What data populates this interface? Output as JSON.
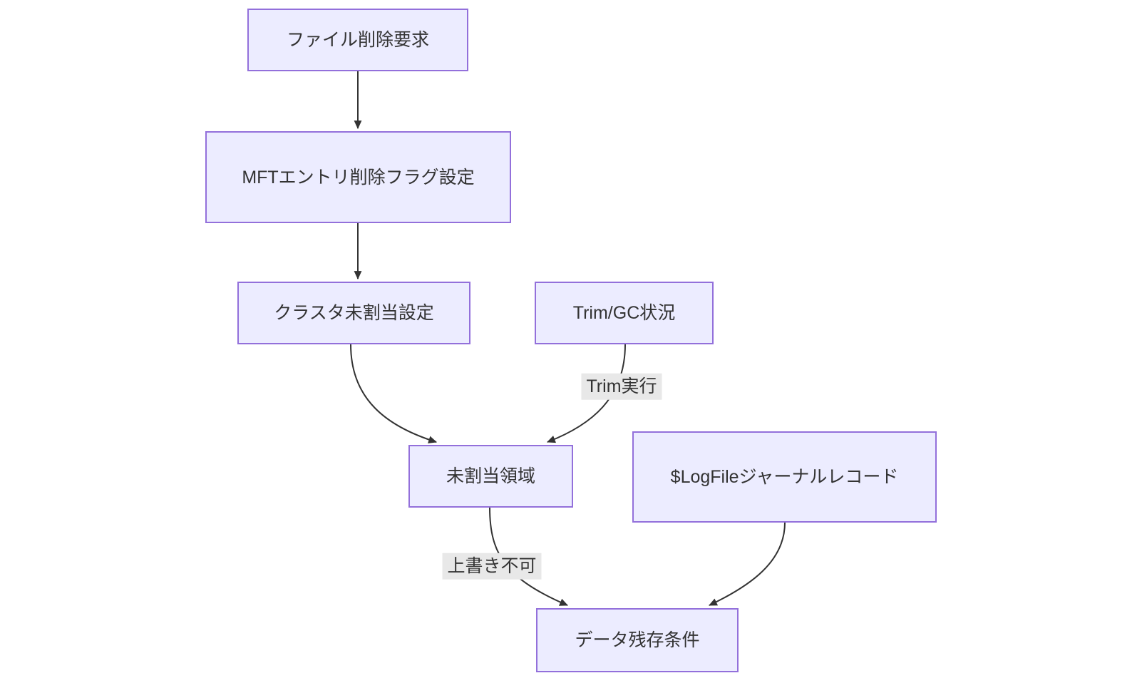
{
  "diagram": {
    "type": "flowchart-top-down",
    "background": "#ffffff",
    "colors": {
      "node_fill": "#ECECFF",
      "node_border": "#9370DB",
      "edge_stroke": "#333333",
      "text": "#333333",
      "edge_label_bg": "#e8e8e8"
    },
    "nodes": {
      "file_delete_request": {
        "label": "ファイル削除要求"
      },
      "mft_flag": {
        "label": "MFTエントリ削除フラグ設定"
      },
      "cluster_unalloc": {
        "label": "クラスタ未割当設定"
      },
      "trim_gc": {
        "label": "Trim/GC状況"
      },
      "unalloc_area": {
        "label": "未割当領域"
      },
      "logfile_journal": {
        "label": "$LogFileジャーナルレコード"
      },
      "data_remain": {
        "label": "データ残存条件"
      }
    },
    "edges": [
      {
        "from": "file_delete_request",
        "to": "mft_flag",
        "label": ""
      },
      {
        "from": "mft_flag",
        "to": "cluster_unalloc",
        "label": ""
      },
      {
        "from": "cluster_unalloc",
        "to": "unalloc_area",
        "label": ""
      },
      {
        "from": "trim_gc",
        "to": "unalloc_area",
        "label": "Trim実行"
      },
      {
        "from": "unalloc_area",
        "to": "data_remain",
        "label": "上書き不可"
      },
      {
        "from": "logfile_journal",
        "to": "data_remain",
        "label": ""
      }
    ]
  }
}
